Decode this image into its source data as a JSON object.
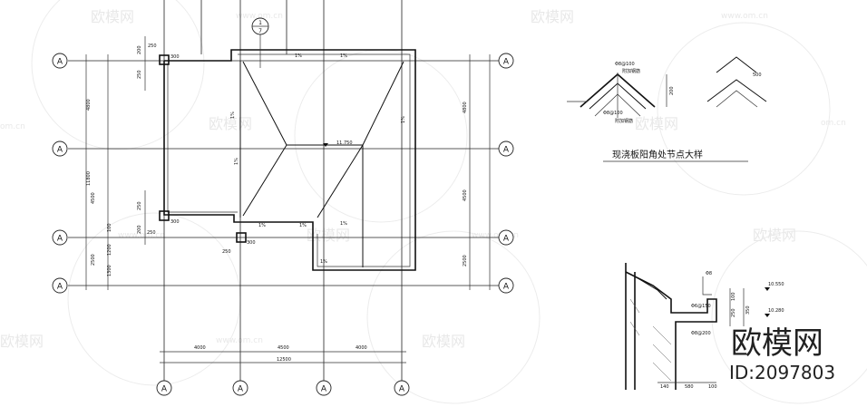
{
  "watermark": {
    "brand": "欧模网",
    "site": "www.om.cn",
    "site_short": "om.cn"
  },
  "brand_label": "欧模网",
  "id_label": "ID:2097803",
  "axis_label": "A",
  "detail_callout": {
    "top": "1",
    "bottom": "7"
  },
  "dims": {
    "d250": "250",
    "d300": "300",
    "d200": "200",
    "d4800": "4800",
    "d11800": "11800",
    "d4500": "4500",
    "d1200": "1200",
    "d2500": "2500",
    "d1300": "1300",
    "d4000": "4000",
    "d12500": "12500",
    "d100": "100",
    "d580": "580",
    "d140": "140"
  },
  "roof": {
    "slope": "1%",
    "elev": "11.750"
  },
  "node_detail": {
    "title": "现浇板阳角处节点大样",
    "top_rebar": "Φ8@100",
    "top_note": "附加钢筋",
    "bottom_rebar": "Φ8@100",
    "bottom_note": "附加钢筋",
    "dim_200": "200",
    "dim_500": "500"
  },
  "eave_detail": {
    "elev_top": "10.550",
    "elev_bot": "10.280",
    "rebar_1": "Φ6@150",
    "rebar_2": "Φ8@200",
    "rebar_3": "Φ8",
    "dim_250": "250",
    "dim_350": "350",
    "dim_100": "100"
  }
}
